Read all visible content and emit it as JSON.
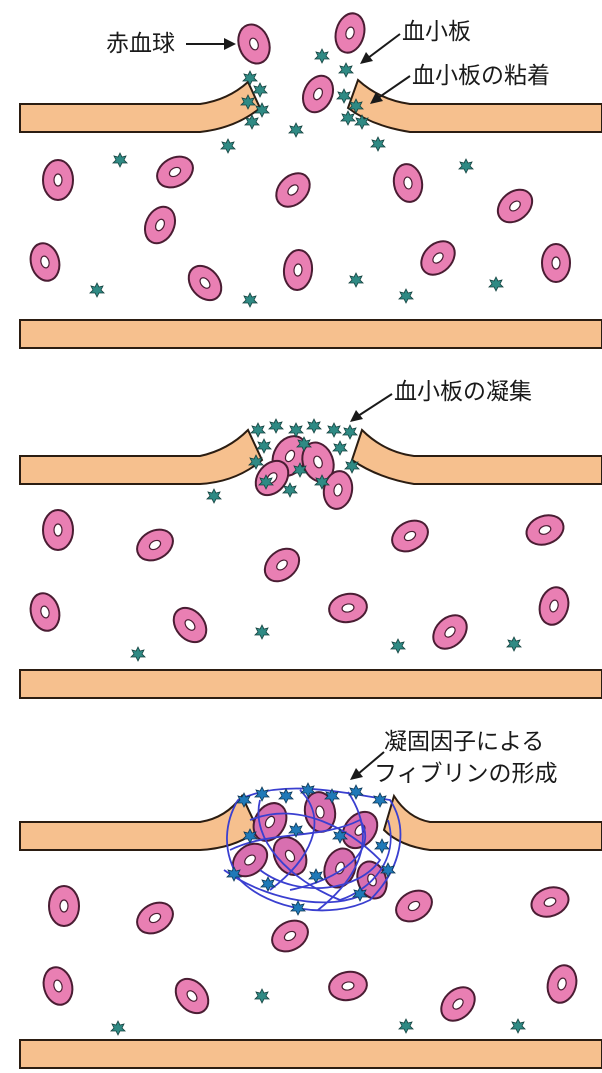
{
  "colors": {
    "vessel_wall": "#f6c08e",
    "vessel_edge": "#2b1d12",
    "rbc_fill": "#e97fb3",
    "rbc_outline": "#4a1d33",
    "platelet": "#2f8a84",
    "platelet_activated": "#1f79b8",
    "fibrin": "#3a3fd0",
    "text": "#1a1a1a"
  },
  "panels": [
    {
      "stage": "adhesion",
      "labels": {
        "red_blood_cell": "赤血球",
        "platelet": "血小板",
        "platelet_adhesion": "血小板の粘着"
      }
    },
    {
      "stage": "aggregation",
      "labels": {
        "platelet_aggregation": "血小板の凝集"
      }
    },
    {
      "stage": "fibrin",
      "labels": {
        "fibrin_line1": "凝固因子による",
        "fibrin_line2": "フィブリンの形成"
      }
    }
  ]
}
